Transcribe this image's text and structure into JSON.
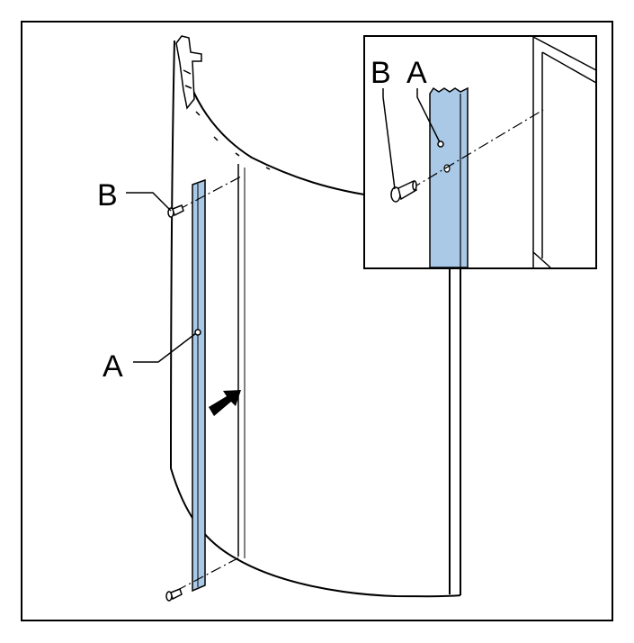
{
  "labels": {
    "main_b": "B",
    "main_a": "A",
    "detail_b": "B",
    "detail_a": "A"
  },
  "colors": {
    "rail": "#a9c9e7",
    "line": "#000000",
    "background": "#ffffff"
  }
}
